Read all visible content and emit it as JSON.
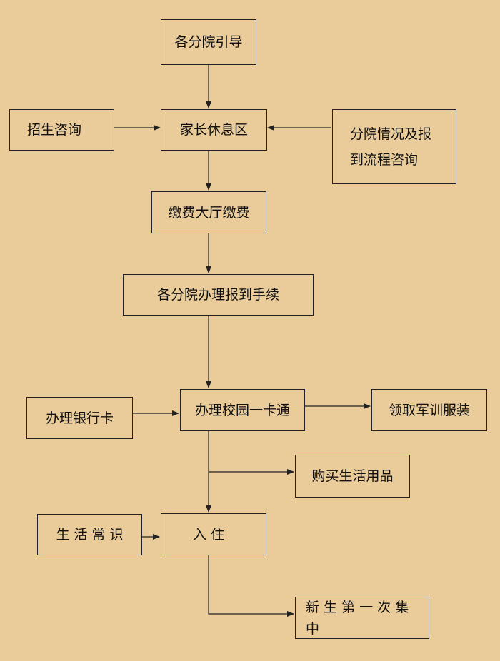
{
  "diagram": {
    "background": "#EACB9A",
    "line_color": "#222222",
    "nodes": {
      "branch_guide": "各分院引导",
      "enrollment_consult": "招生咨询",
      "parent_rest_area": "家长休息区",
      "branch_info_consult": "分院情况及报到流程咨询",
      "payment_hall": "缴费大厅缴费",
      "branch_registration": "各分院办理报到手续",
      "bank_card": "办理银行卡",
      "campus_card": "办理校园一卡通",
      "military_uniform": "领取军训服装",
      "daily_supplies": "购买生活用品",
      "life_tips": "生 活 常 识",
      "check_in": "入 住",
      "freshman_gathering": "新 生 第 一 次 集 中"
    }
  }
}
